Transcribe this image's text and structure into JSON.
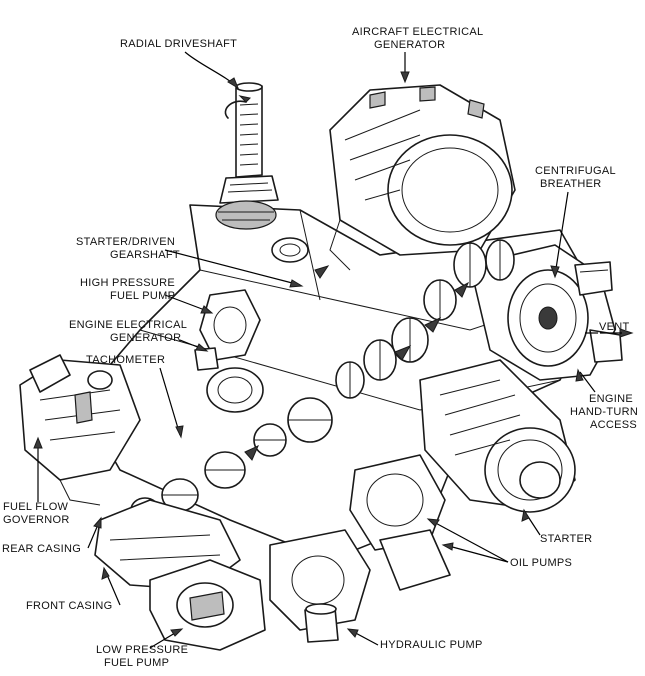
{
  "labels": {
    "radial_driveshaft": "RADIAL DRIVESHAFT",
    "aircraft_generator_1": "AIRCRAFT ELECTRICAL",
    "aircraft_generator_2": "GENERATOR",
    "centrifugal_1": "CENTRIFUGAL",
    "centrifugal_2": "BREATHER",
    "starter_driven_1": "STARTER/DRIVEN",
    "starter_driven_2": "GEARSHAFT",
    "hp_fuel_pump_1": "HIGH PRESSURE",
    "hp_fuel_pump_2": "FUEL PUMP",
    "engine_generator_1": "ENGINE ELECTRICAL",
    "engine_generator_2": "GENERATOR",
    "vent": "VENT",
    "tachometer": "TACHOMETER",
    "hand_turn_1": "ENGINE",
    "hand_turn_2": "HAND-TURN",
    "hand_turn_3": "ACCESS",
    "fuel_flow_1": "FUEL FLOW",
    "fuel_flow_2": "GOVERNOR",
    "rear_casing": "REAR CASING",
    "starter": "STARTER",
    "oil_pumps": "OIL PUMPS",
    "front_casing": "FRONT CASING",
    "hydraulic_pump": "HYDRAULIC PUMP",
    "lp_fuel_pump_1": "LOW PRESSURE",
    "lp_fuel_pump_2": "FUEL PUMP"
  }
}
